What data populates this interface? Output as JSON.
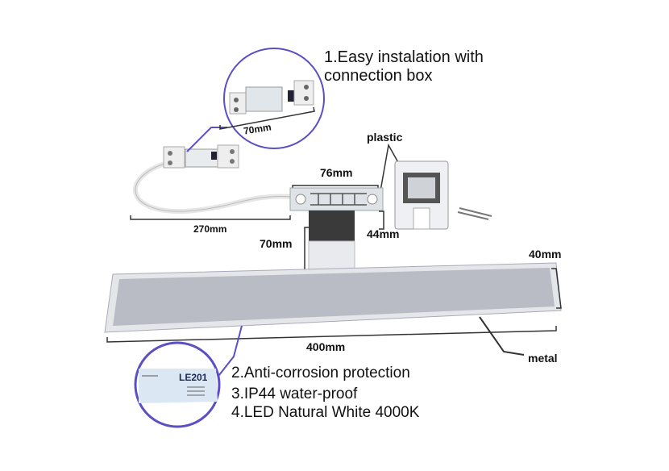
{
  "features": {
    "f1_line1": "1.Easy instalation with",
    "f1_line2": "connection box",
    "f2": "2.Anti-corrosion protection",
    "f3": "3.IP44 water-proof",
    "f4": "4.LED Natural White 4000K"
  },
  "dimensions": {
    "box_length": "70mm",
    "cable_length": "270mm",
    "bracket_width": "76mm",
    "bracket_depth": "44mm",
    "arm_length": "70mm",
    "bar_height": "40mm",
    "bar_length": "400mm"
  },
  "materials": {
    "plastic": "plastic",
    "metal": "metal"
  },
  "label_sticker": {
    "model": "LE201"
  },
  "colors": {
    "callout_circle": "#5b4fc4",
    "bar_face": "#b9bcc4",
    "chrome": "#d7dbe0"
  }
}
